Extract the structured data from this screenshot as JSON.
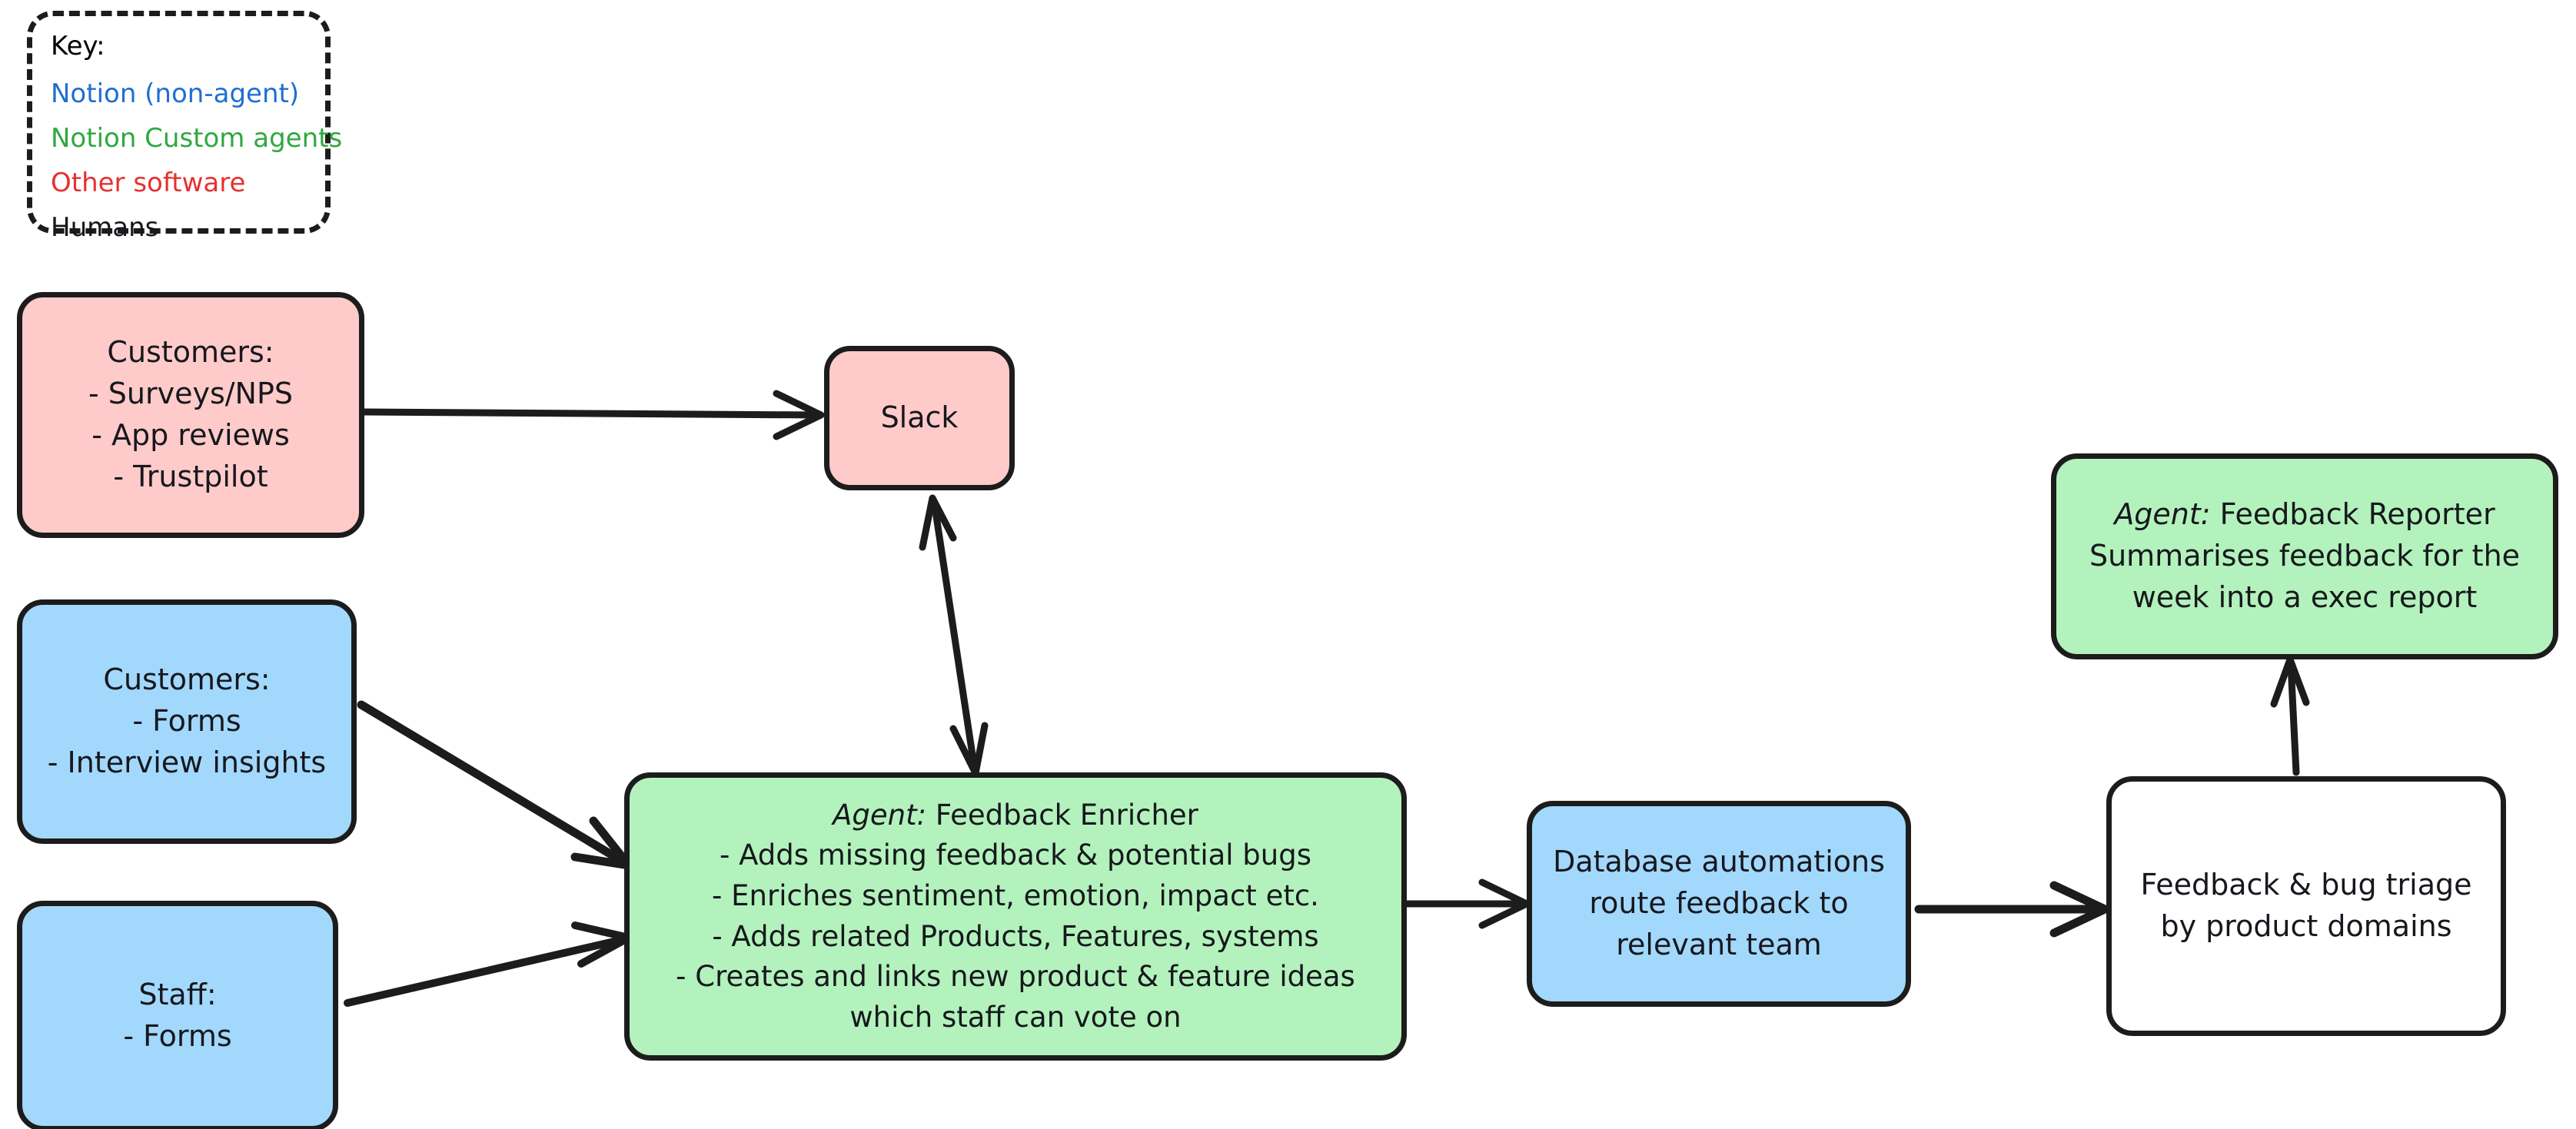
{
  "legend": {
    "title": "Key:",
    "items": [
      {
        "label": "Notion (non-agent)",
        "color": "#1f6fd0"
      },
      {
        "label": "Notion Custom agents",
        "color": "#2fa83f"
      },
      {
        "label": "Other software",
        "color": "#e63030"
      },
      {
        "label": "Humans",
        "color": "#16181d"
      }
    ]
  },
  "palette": {
    "pink": "#ffcbca",
    "blue": "#a3d8fd",
    "green": "#b3f2bc",
    "white": "#ffffff",
    "stroke": "#1c1c1c"
  },
  "nodes": {
    "customers_reviews": {
      "type": "other-software",
      "lines": [
        "Customers:",
        "- Surveys/NPS",
        "- App reviews",
        "- Trustpilot"
      ]
    },
    "slack": {
      "type": "other-software",
      "lines": [
        "Slack"
      ]
    },
    "customers_forms": {
      "type": "humans",
      "lines": [
        "Customers:",
        "- Forms",
        "- Interview insights"
      ]
    },
    "staff_forms": {
      "type": "humans",
      "lines": [
        "Staff:",
        "- Forms"
      ]
    },
    "feedback_enricher": {
      "type": "notion-custom-agent",
      "lead": "Agent:",
      "lead_rest": " Feedback Enricher",
      "lines": [
        "- Adds missing feedback & potential bugs",
        "- Enriches sentiment, emotion, impact etc.",
        "- Adds related Products, Features, systems",
        "- Creates and links new product & feature ideas",
        "which staff can vote on"
      ]
    },
    "database_automations": {
      "type": "notion-non-agent",
      "lines": [
        "Database automations",
        "route feedback to",
        "relevant team"
      ]
    },
    "feedback_triage": {
      "type": "humans",
      "lines": [
        "Feedback & bug triage",
        "by product domains"
      ]
    },
    "feedback_reporter": {
      "type": "notion-custom-agent",
      "lead": "Agent:",
      "lead_rest": " Feedback Reporter",
      "lines": [
        "Summarises feedback for the",
        "week into a exec report"
      ]
    }
  },
  "edges": [
    {
      "from": "customers_reviews",
      "to": "slack",
      "direction": "one-way"
    },
    {
      "from": "slack",
      "to": "feedback_enricher",
      "direction": "two-way"
    },
    {
      "from": "customers_forms",
      "to": "feedback_enricher",
      "direction": "one-way"
    },
    {
      "from": "staff_forms",
      "to": "feedback_enricher",
      "direction": "one-way"
    },
    {
      "from": "feedback_enricher",
      "to": "database_automations",
      "direction": "one-way"
    },
    {
      "from": "database_automations",
      "to": "feedback_triage",
      "direction": "one-way"
    },
    {
      "from": "feedback_triage",
      "to": "feedback_reporter",
      "direction": "one-way"
    }
  ]
}
